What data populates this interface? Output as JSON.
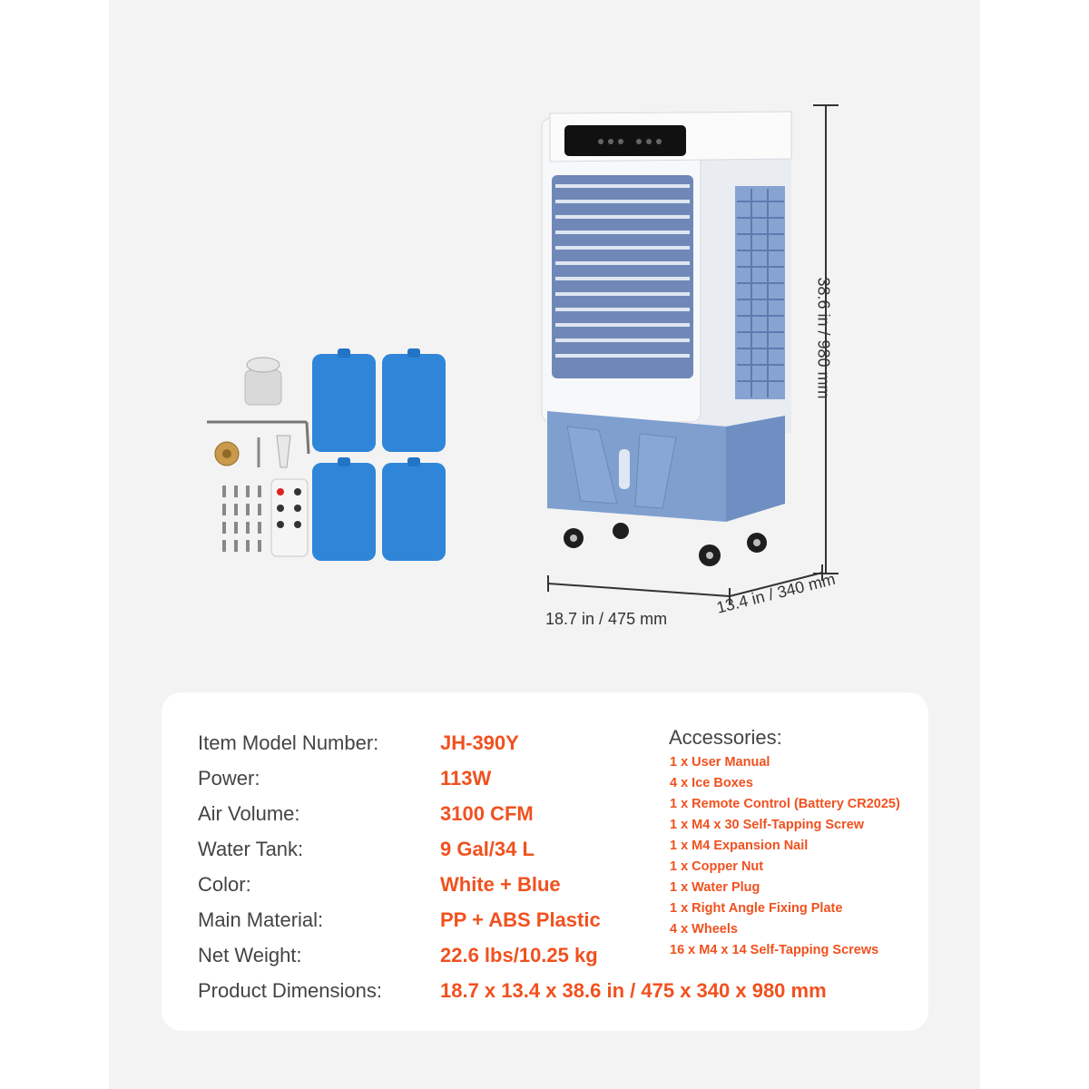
{
  "dimensions": {
    "height": "38.6 in  /  980 mm",
    "width": "18.7 in  /  475 mm",
    "depth": "13.4 in  /  340 mm"
  },
  "specs": [
    {
      "label": "Item Model Number:",
      "value": "JH-390Y"
    },
    {
      "label": "Power:",
      "value": "113W"
    },
    {
      "label": "Air Volume:",
      "value": "3100 CFM"
    },
    {
      "label": "Water Tank:",
      "value": "9 Gal/34 L"
    },
    {
      "label": "Color:",
      "value": "White + Blue"
    },
    {
      "label": "Main Material:",
      "value": "PP + ABS Plastic"
    },
    {
      "label": "Net Weight:",
      "value": "22.6 lbs/10.25 kg"
    },
    {
      "label": "Product Dimensions:",
      "value": "18.7 x 13.4 x 38.6 in / 475 x 340 x 980 mm"
    }
  ],
  "accessories": {
    "title": "Accessories:",
    "items": [
      "1 x User Manual",
      "4 x Ice Boxes",
      "1 x Remote Control (Battery CR2025)",
      "1 x M4 x 30 Self-Tapping Screw",
      "1 x M4 Expansion Nail",
      "1 x Copper Nut",
      "1 x Water Plug",
      "1 x Right Angle Fixing Plate",
      "4 x Wheels",
      "16 x M4 x 14 Self-Tapping Screws"
    ]
  },
  "colors": {
    "accent": "#f0511f",
    "body_blue": "#7f9fcf",
    "ice_blue": "#2f86d8",
    "panel_bg": "#f3f3f3"
  }
}
